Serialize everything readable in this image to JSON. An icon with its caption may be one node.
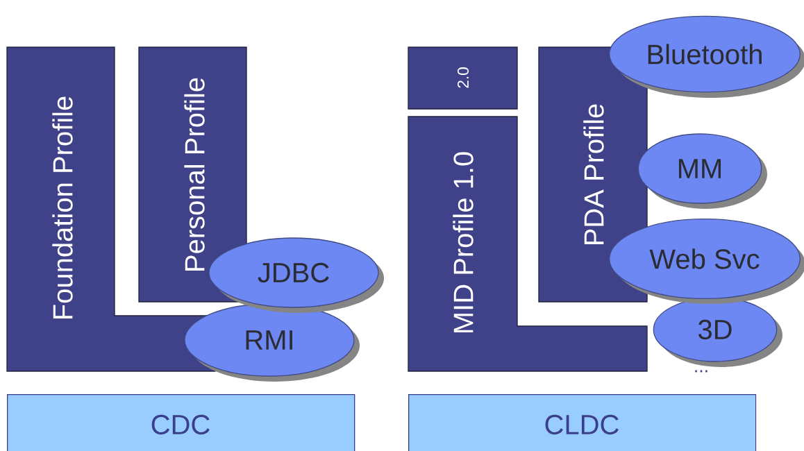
{
  "diagram": {
    "nodes": [
      {
        "text": [
          "Foundation Profile"
        ]
      },
      {
        "text": [
          "Personal Profile"
        ]
      },
      {
        "text": [
          "JDBC"
        ]
      },
      {
        "text": [
          "RMI"
        ]
      },
      {
        "text": [
          "2.0"
        ]
      },
      {
        "text": [
          "MID Profile 1.0"
        ]
      },
      {
        "text": [
          "PDA Profile"
        ]
      },
      {
        "text": [
          "Bluetooth"
        ]
      },
      {
        "text": [
          "MM"
        ]
      },
      {
        "text": [
          "Web Svc"
        ]
      },
      {
        "text": [
          "3D"
        ]
      },
      {
        "text": [
          "CDC"
        ]
      },
      {
        "text": [
          "CLDC"
        ]
      }
    ],
    "labels": [
      "..."
    ]
  }
}
